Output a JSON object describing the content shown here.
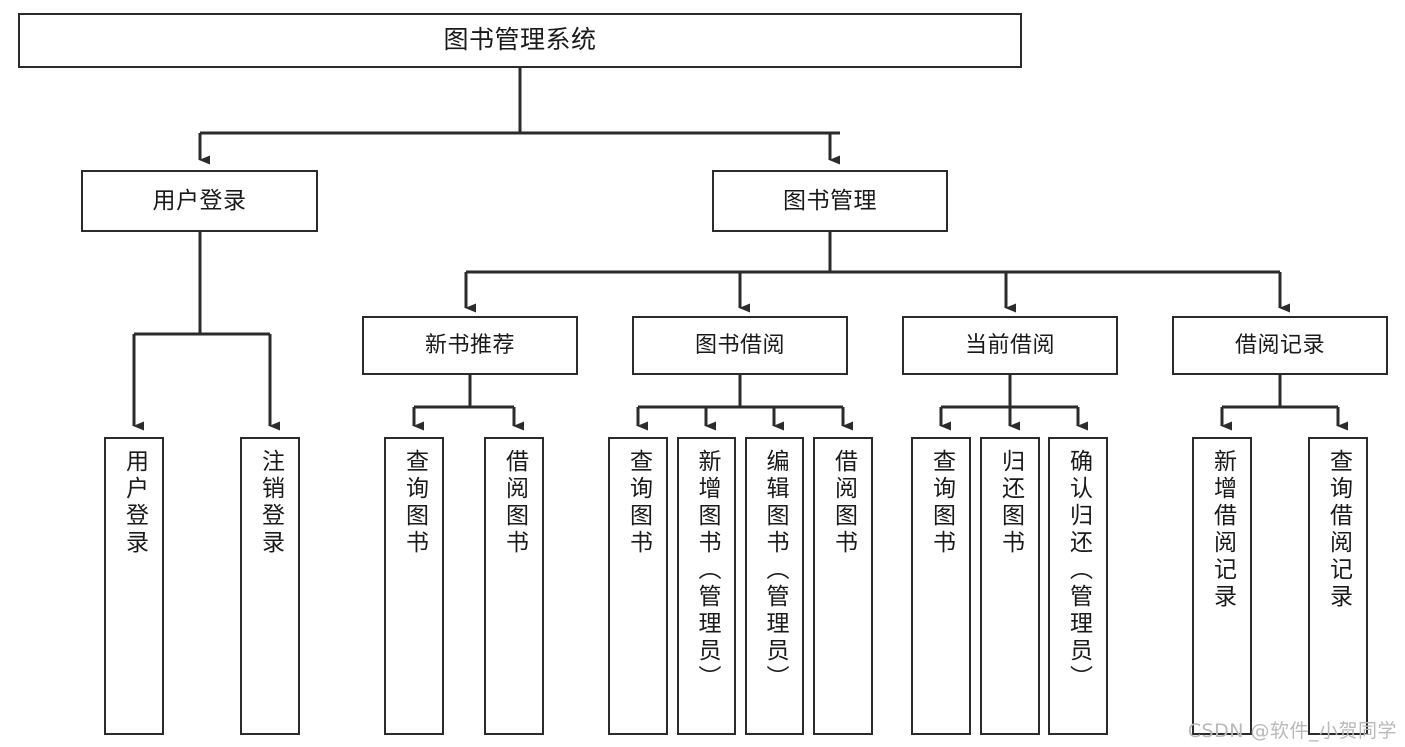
{
  "diagram": {
    "title": "图书管理系统",
    "type": "tree",
    "watermark": "CSDN @软件_小贺同学",
    "colors": {
      "background": "#ffffff",
      "box_border": "#2b2b2b",
      "connector": "#2b2b2b",
      "text": "#1a1a1a",
      "watermark": "#b9b9b9"
    },
    "levels": {
      "root": {
        "label": "图书管理系统"
      },
      "level1": [
        {
          "label": "用户登录"
        },
        {
          "label": "图书管理"
        }
      ],
      "level2": [
        {
          "label": "新书推荐"
        },
        {
          "label": "图书借阅"
        },
        {
          "label": "当前借阅"
        },
        {
          "label": "借阅记录"
        }
      ],
      "leaves": {
        "user_login": [
          {
            "label": "用户登录"
          },
          {
            "label": "注销登录"
          }
        ],
        "new_book_recommend": [
          {
            "label": "查询图书"
          },
          {
            "label": "借阅图书"
          }
        ],
        "book_borrow": [
          {
            "label": "查询图书"
          },
          {
            "label": "新增图书（管理员）"
          },
          {
            "label": "编辑图书（管理员）"
          },
          {
            "label": "借阅图书"
          }
        ],
        "current_borrow": [
          {
            "label": "查询图书"
          },
          {
            "label": "归还图书"
          },
          {
            "label": "确认归还（管理员）"
          }
        ],
        "borrow_record": [
          {
            "label": "新增借阅记录"
          },
          {
            "label": "查询借阅记录"
          }
        ]
      }
    }
  }
}
